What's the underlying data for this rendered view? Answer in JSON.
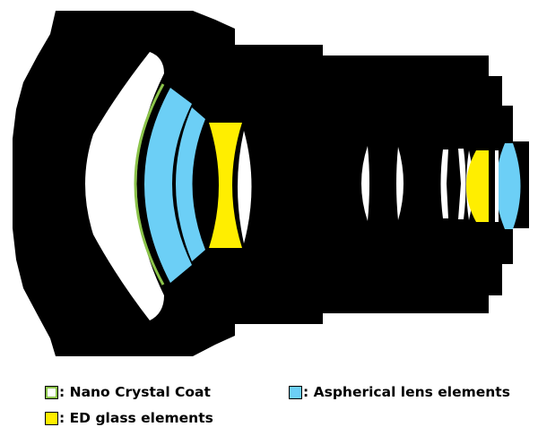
{
  "legend": {
    "nano": {
      "label": ": Nano Crystal Coat",
      "color": "#8bc34a"
    },
    "ed": {
      "label": ": ED glass elements",
      "color": "#ffee00"
    },
    "aspherical": {
      "label": ": Aspherical lens elements",
      "color": "#6ccff6"
    }
  },
  "colors": {
    "barrel": "#000000",
    "glass": "#ffffff",
    "nano_coat": "#8bc34a",
    "ed_glass": "#ffee00",
    "aspherical": "#6ccff6"
  }
}
